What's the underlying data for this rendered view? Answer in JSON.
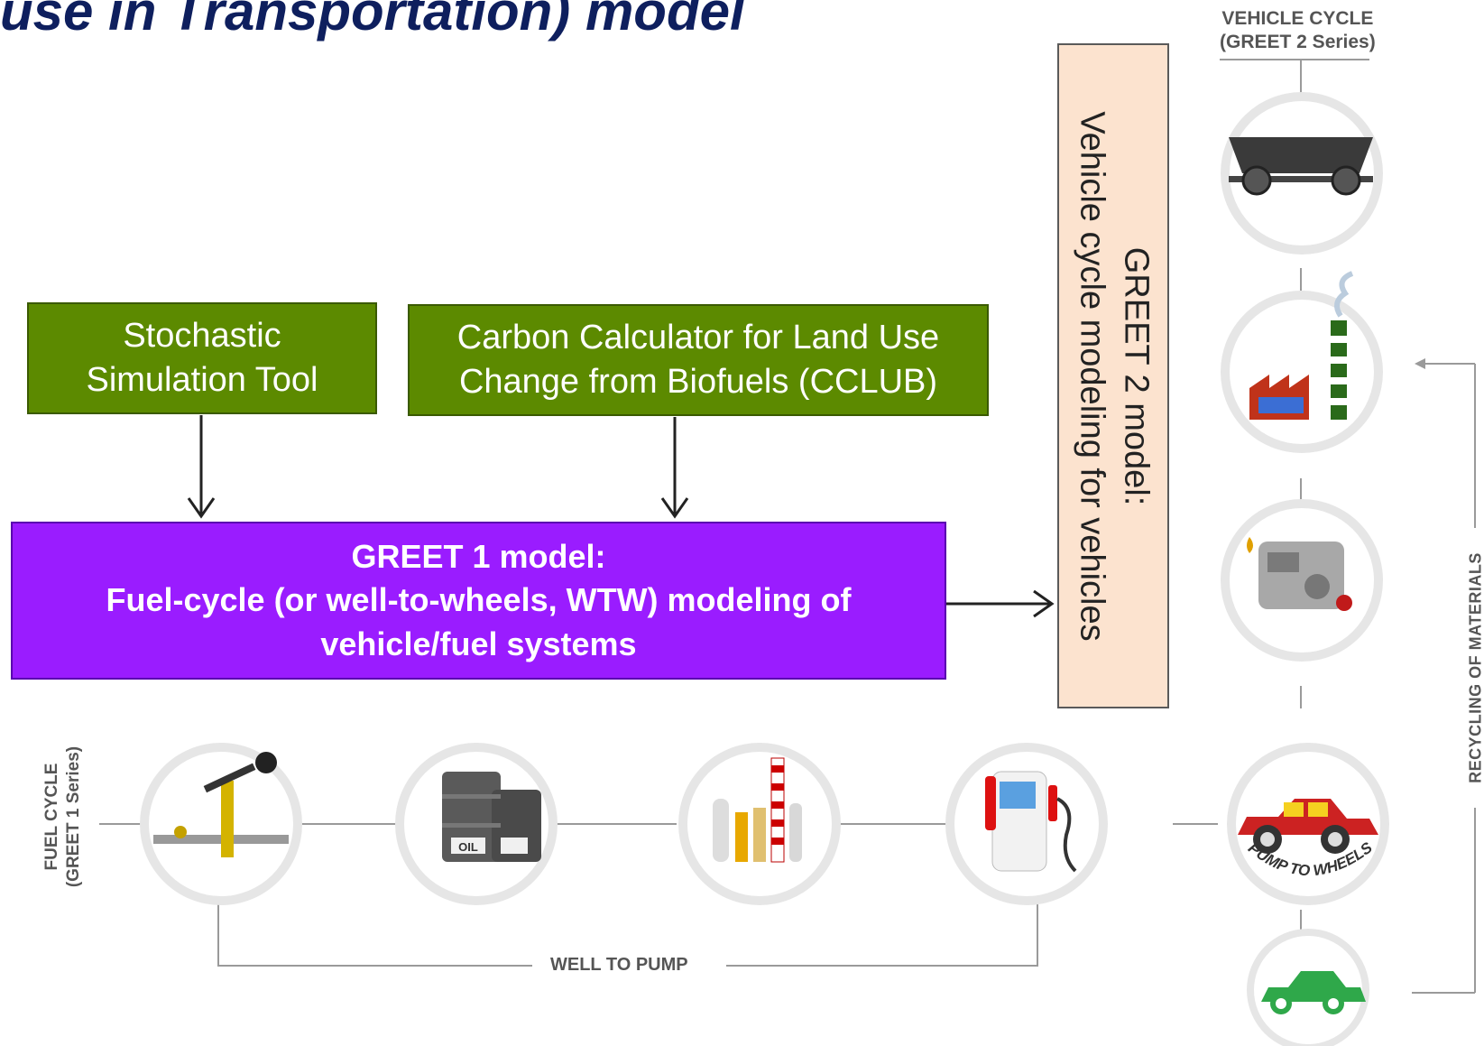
{
  "title_fragment": "use in Transportation) model",
  "boxes": {
    "stochastic": {
      "line1": "Stochastic",
      "line2": "Simulation Tool"
    },
    "cclub": {
      "line1": "Carbon Calculator for Land Use",
      "line2": "Change from Biofuels (CCLUB)"
    },
    "greet1": {
      "line1": "GREET 1 model:",
      "line2": "Fuel-cycle (or well-to-wheels, WTW) modeling of",
      "line3": "vehicle/fuel systems"
    },
    "greet2": {
      "line1": "GREET 2 model:",
      "line2": "Vehicle cycle modeling for vehicles"
    }
  },
  "labels": {
    "vehicle_cycle_1": "VEHICLE CYCLE",
    "vehicle_cycle_2": "(GREET 2 Series)",
    "fuel_cycle_1": "FUEL CYCLE",
    "fuel_cycle_2": "(GREET 1 Series)",
    "well_to_pump": "WELL TO PUMP",
    "recycling": "RECYCLING OF MATERIALS",
    "pump_to_wheels": "PUMP TO WHEELS",
    "oil": "OIL"
  },
  "icons": [
    "pumpjack-icon",
    "oil-barrels-icon",
    "refinery-icon",
    "fuel-pump-icon",
    "car-icon",
    "recycle-car-icon",
    "vehicle-chassis-icon",
    "factory-icon",
    "engine-icon"
  ],
  "colors": {
    "green_box": "#5c8a00",
    "purple_box": "#9a1cff",
    "peach_box": "#fce3cf",
    "title": "#0e1f5e"
  }
}
